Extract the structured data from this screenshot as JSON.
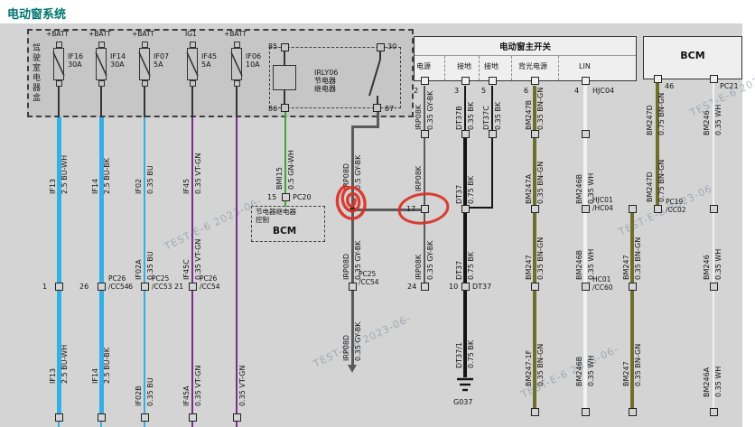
{
  "title": "电动窗系统",
  "watermark": "TEST-E-6 2023-06-",
  "cab_box": {
    "label": "驾驶室电器盒"
  },
  "fuses": [
    {
      "feed": "+BATT",
      "name": "IF16\n30A"
    },
    {
      "feed": "+BATT",
      "name": "IF14\n30A"
    },
    {
      "feed": "+BATT",
      "name": "IF07\n5A"
    },
    {
      "feed": "IG1",
      "name": "IF45\n5A"
    },
    {
      "feed": "+BATT",
      "name": "IF06\n10A"
    }
  ],
  "relay": {
    "name": "IRLY06\n节电器\n继电器",
    "p85": "85",
    "p30": "30",
    "p86": "86",
    "p87": "87"
  },
  "switch": {
    "title": "电动窗主开关",
    "headers": [
      "电源",
      "接地",
      "接地",
      "背光电源",
      "LIN"
    ],
    "pin2": "2",
    "pin3": "3",
    "pin5": "5",
    "pin6": "6",
    "pin4": "4",
    "pin4_conn": "HJC04"
  },
  "bcm": {
    "title": "BCM",
    "pin46": "46",
    "conn": "PC21"
  },
  "bcm_mid": {
    "text": "节电器继电器\n控制",
    "title": "BCM",
    "pin15": "15",
    "conn": "PC20"
  },
  "wires": {
    "if13": {
      "name": "IF13",
      "gauge": "2.5 BU-WH"
    },
    "if14": {
      "name": "IF14",
      "gauge": "2.5 BU-BK"
    },
    "if02": {
      "name": "IF02",
      "gauge": "0.35 BU"
    },
    "if02a": {
      "name": "IF02A",
      "gauge": "0.35 BU"
    },
    "if02b": {
      "name": "IF02B",
      "gauge": "0.35 BU"
    },
    "if45": {
      "name": "IF45",
      "gauge": "0.35 VT-GN"
    },
    "if45c": {
      "name": "IF45C",
      "gauge": "0.35 VT-GN"
    },
    "if45a": {
      "name": "IF45A",
      "gauge": "0.35 VT-GN"
    },
    "if06w": {
      "name": "",
      "gauge": "0.35 VT-GN"
    },
    "bmi15": {
      "name": "BMI15",
      "gauge": "0.5 GN-WH"
    },
    "irp08d_top": {
      "name": "IRP08D",
      "gauge": "0.5 GY-BK"
    },
    "irp08d": {
      "name": "IRP08D",
      "gauge": "0.35 GY-BK"
    },
    "irp08k": {
      "name": "IRP08K",
      "gauge": "0.35 GY-BK"
    },
    "irp08k_mid": {
      "name": "IRP08K",
      "gauge": ""
    },
    "dt37b": {
      "name": "DT37B",
      "gauge": "0.35 BK"
    },
    "dt37c": {
      "name": "DT37C",
      "gauge": "0.35 BK"
    },
    "dt37": {
      "name": "DT37",
      "gauge": "0.75 BK"
    },
    "dt37_1": {
      "name": "DT37/1",
      "gauge": "0.75 BK"
    },
    "bm247b": {
      "name": "BM247B",
      "gauge": "0.35 BN-GN"
    },
    "bm247a": {
      "name": "BM247A",
      "gauge": "0.35 BN-GN"
    },
    "bm247": {
      "name": "BM247",
      "gauge": "0.35 BN-GN"
    },
    "bm247_1f": {
      "name": "BM247-1F",
      "gauge": "0.35 BN-GN"
    },
    "bm247d": {
      "name": "BM247D",
      "gauge": "0.75 BN-GN"
    },
    "bm246b": {
      "name": "BM246B",
      "gauge": "0.35 WH"
    },
    "bm246": {
      "name": "BM246",
      "gauge": "0.35 WH"
    },
    "bm246a": {
      "name": "BM246A",
      "gauge": "0.35 WH"
    }
  },
  "pins": {
    "p1": "1",
    "p26": "26",
    "p6": "6",
    "p21": "21",
    "p24": "24",
    "p17": "17",
    "p10": "10"
  },
  "connectors": {
    "pc20": "PC20",
    "pc26cc54": "PC26\n/CC54",
    "pc25cc53": "PC25\n/CC53",
    "pc25cc54": "PC25\n/CC54",
    "dt37": "DT37",
    "hjc01hc04": "HJC01\n/HC04",
    "hc01cc60": "HC01\n/CC60",
    "pc19cc02": "PC19\n/CC02"
  },
  "ground": "G037"
}
